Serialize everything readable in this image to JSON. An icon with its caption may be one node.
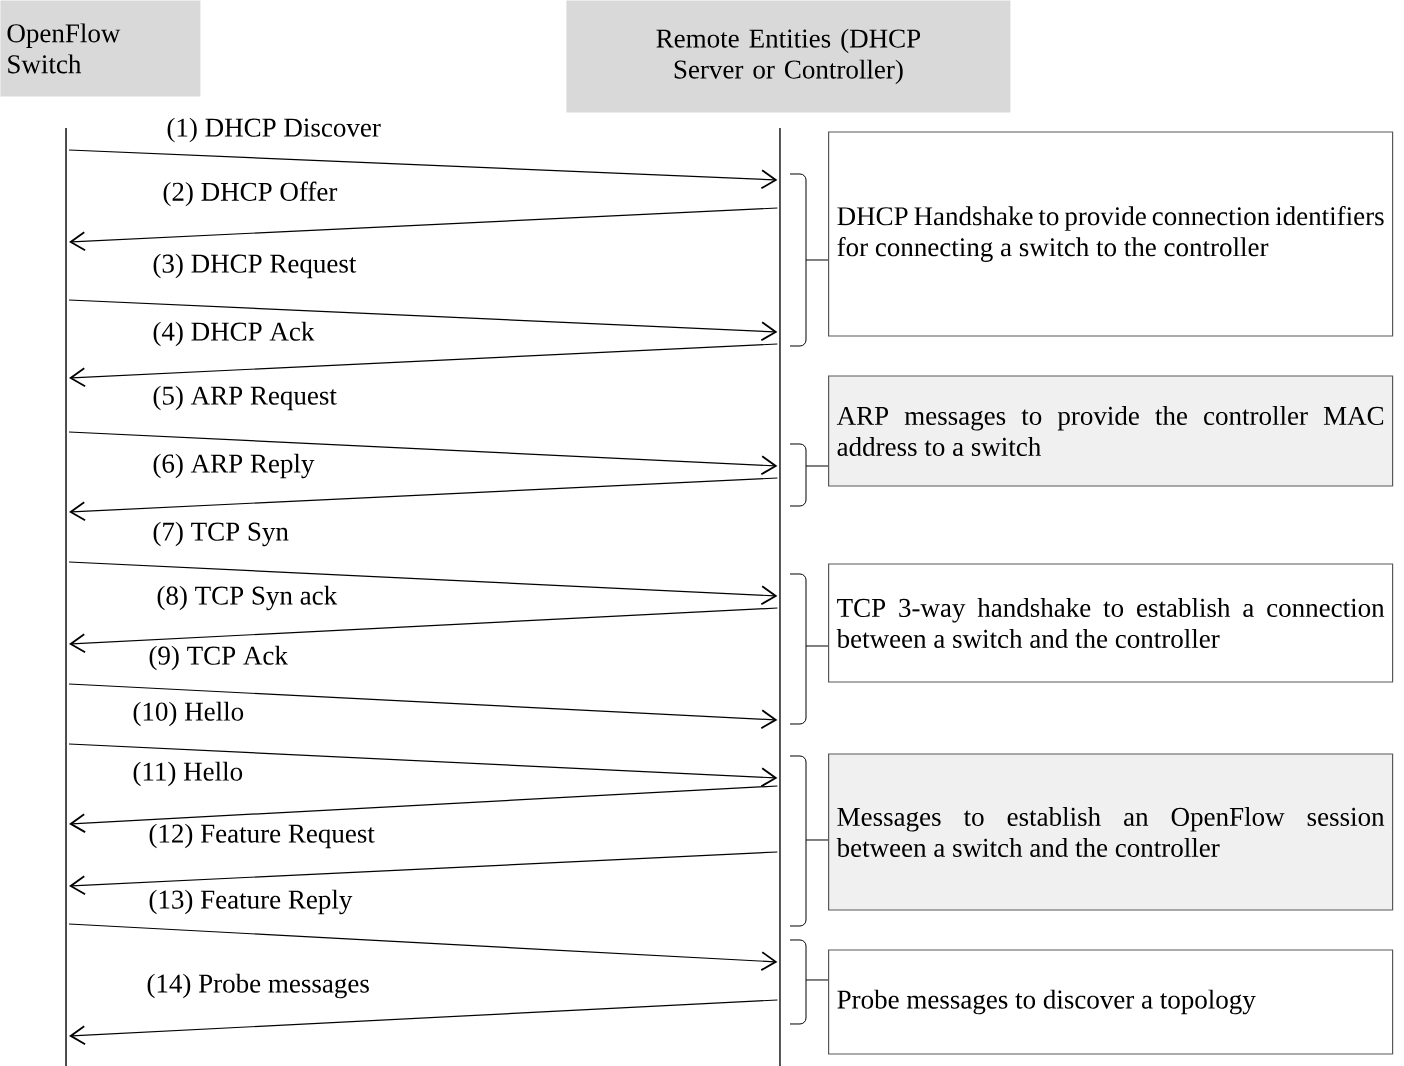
{
  "diagram": {
    "nodes": [
      {
        "text": [
          "OpenFlow Switch"
        ]
      },
      {
        "text": [
          "Remote Entities (DHCP Server or Controller)"
        ]
      },
      {
        "text": [
          "DHCP Handshake to provide connection identifiers for connecting a switch to the controller"
        ]
      },
      {
        "text": [
          "ARP messages to provide the controller MAC address to a switch"
        ]
      },
      {
        "text": [
          "TCP 3-way handshake to establish a connection between a switch and the controller"
        ]
      },
      {
        "text": [
          "Messages to establish an OpenFlow session between a switch and the controller"
        ]
      },
      {
        "text": [
          "Probe messages to discover a topology"
        ]
      }
    ],
    "edges": [
      {
        "from": 0,
        "to": 1,
        "arrow": "to",
        "label": "(1) DHCP Discover"
      },
      {
        "from": 1,
        "to": 0,
        "arrow": "to",
        "label": "(2) DHCP Offer"
      },
      {
        "from": 0,
        "to": 1,
        "arrow": "to",
        "label": "(3) DHCP Request"
      },
      {
        "from": 1,
        "to": 0,
        "arrow": "to",
        "label": "(4) DHCP Ack"
      },
      {
        "from": 0,
        "to": 1,
        "arrow": "to",
        "label": "(5) ARP Request"
      },
      {
        "from": 1,
        "to": 0,
        "arrow": "to",
        "label": "(6) ARP Reply"
      },
      {
        "from": 0,
        "to": 1,
        "arrow": "to",
        "label": "(7) TCP Syn"
      },
      {
        "from": 1,
        "to": 0,
        "arrow": "to",
        "label": "(8) TCP Syn ack"
      },
      {
        "from": 0,
        "to": 1,
        "arrow": "to",
        "label": "(9) TCP Ack"
      },
      {
        "from": 0,
        "to": 1,
        "arrow": "to",
        "label": "(10) Hello"
      },
      {
        "from": 1,
        "to": 0,
        "arrow": "to",
        "label": "(11) Hello"
      },
      {
        "from": 1,
        "to": 0,
        "arrow": "to",
        "label": "(12) Feature Request"
      },
      {
        "from": 0,
        "to": 1,
        "arrow": "to",
        "label": "(13) Feature Reply"
      },
      {
        "from": 1,
        "to": 0,
        "arrow": "to",
        "label": "(14) Probe messages"
      }
    ]
  }
}
